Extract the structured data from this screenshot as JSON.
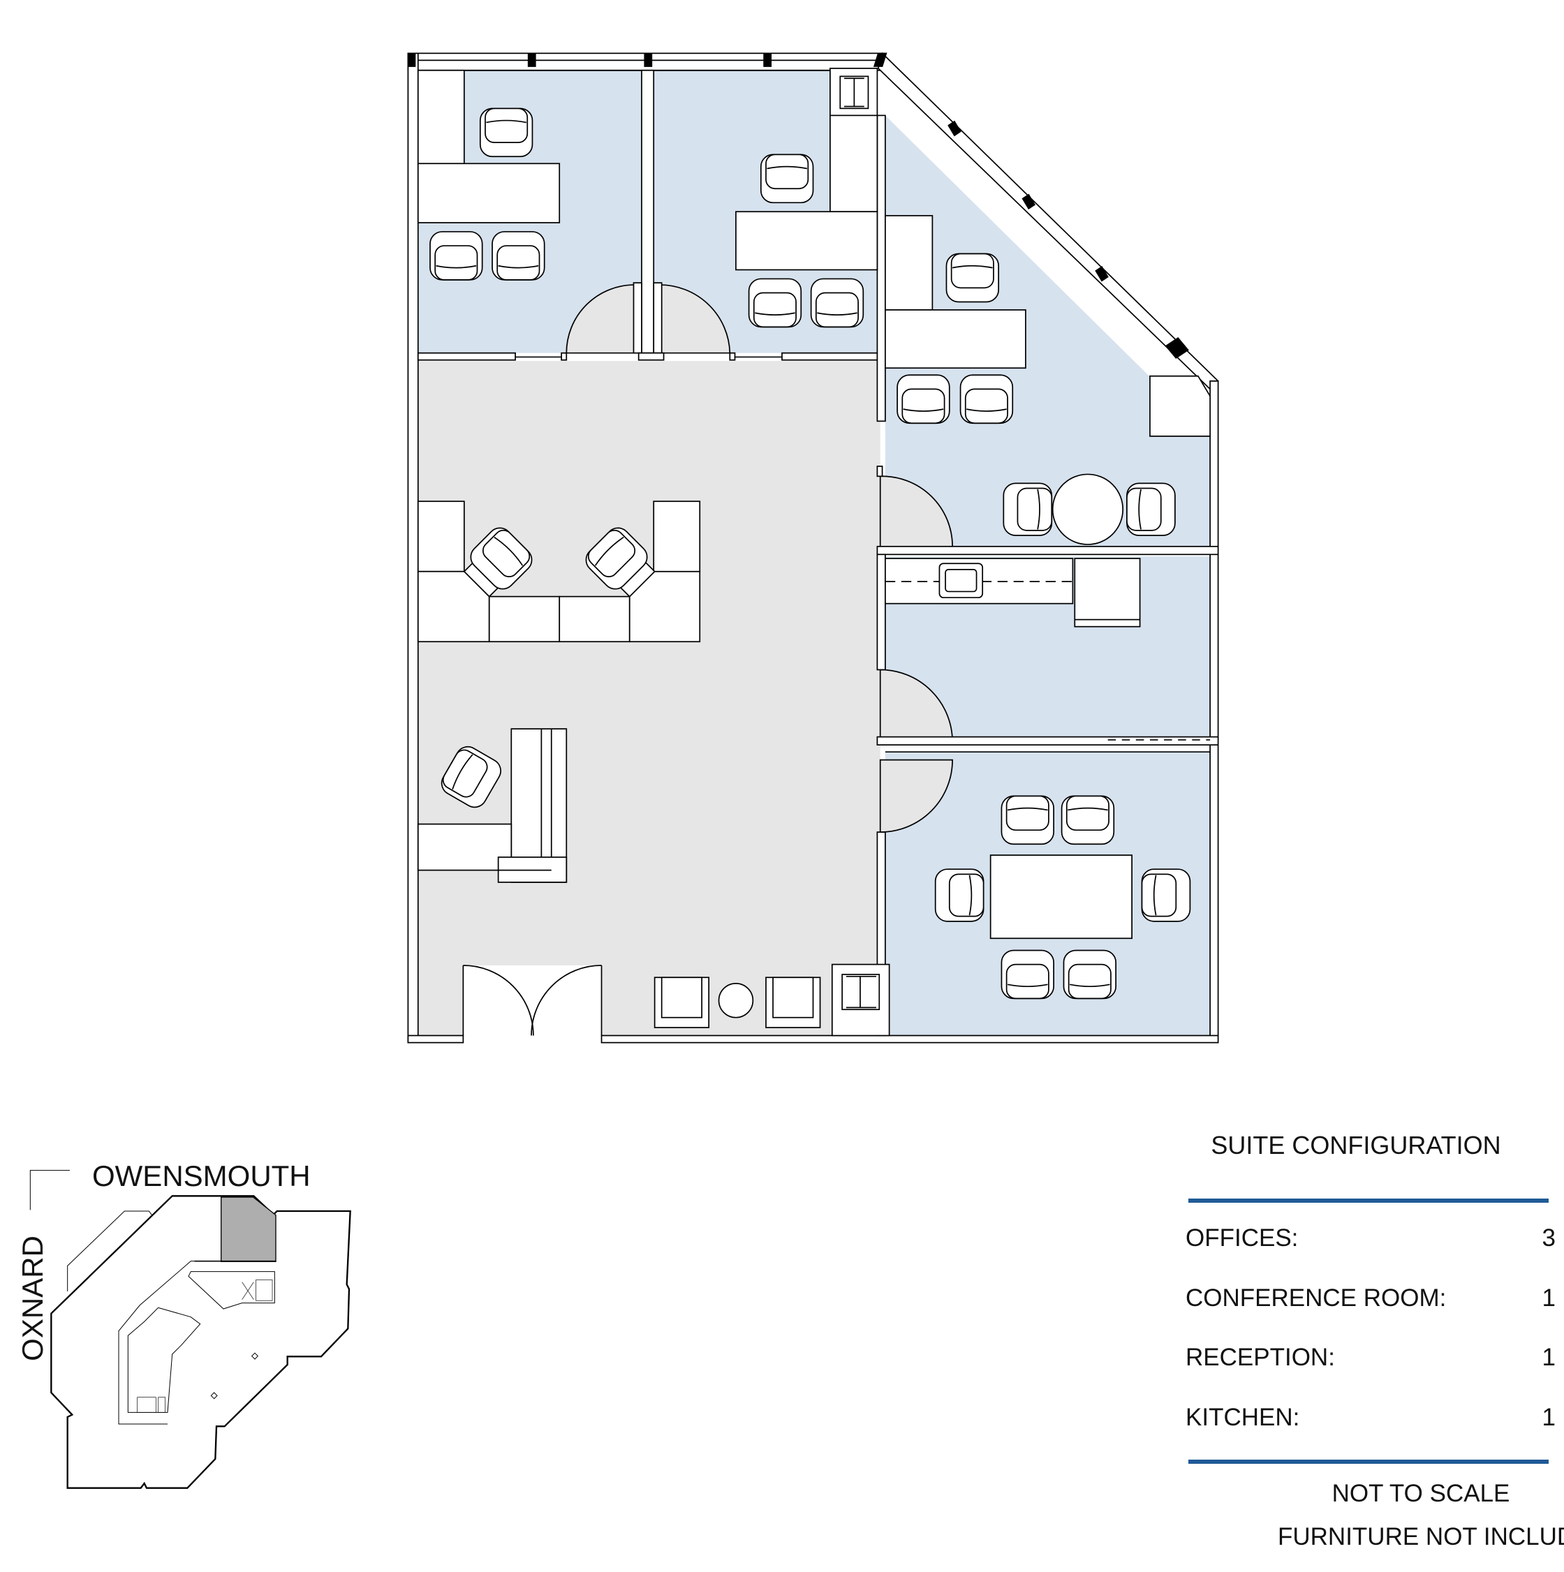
{
  "colors": {
    "office_fill": "#D6E2EE",
    "common_fill": "#E6E6E6",
    "accent_rule": "#1F5A96",
    "suite_highlight": "#AEAEAE"
  },
  "key_plan": {
    "street_top": "OWENSMOUTH",
    "street_left": "OXNARD"
  },
  "suite_configuration": {
    "title": "SUITE CONFIGURATION",
    "rows": [
      {
        "label": "OFFICES:",
        "value": "3"
      },
      {
        "label": "CONFERENCE ROOM:",
        "value": "1"
      },
      {
        "label": "RECEPTION:",
        "value": "1"
      },
      {
        "label": "KITCHEN:",
        "value": "1"
      }
    ],
    "notes": [
      "NOT TO SCALE",
      "FURNITURE NOT INCLUDED"
    ]
  }
}
